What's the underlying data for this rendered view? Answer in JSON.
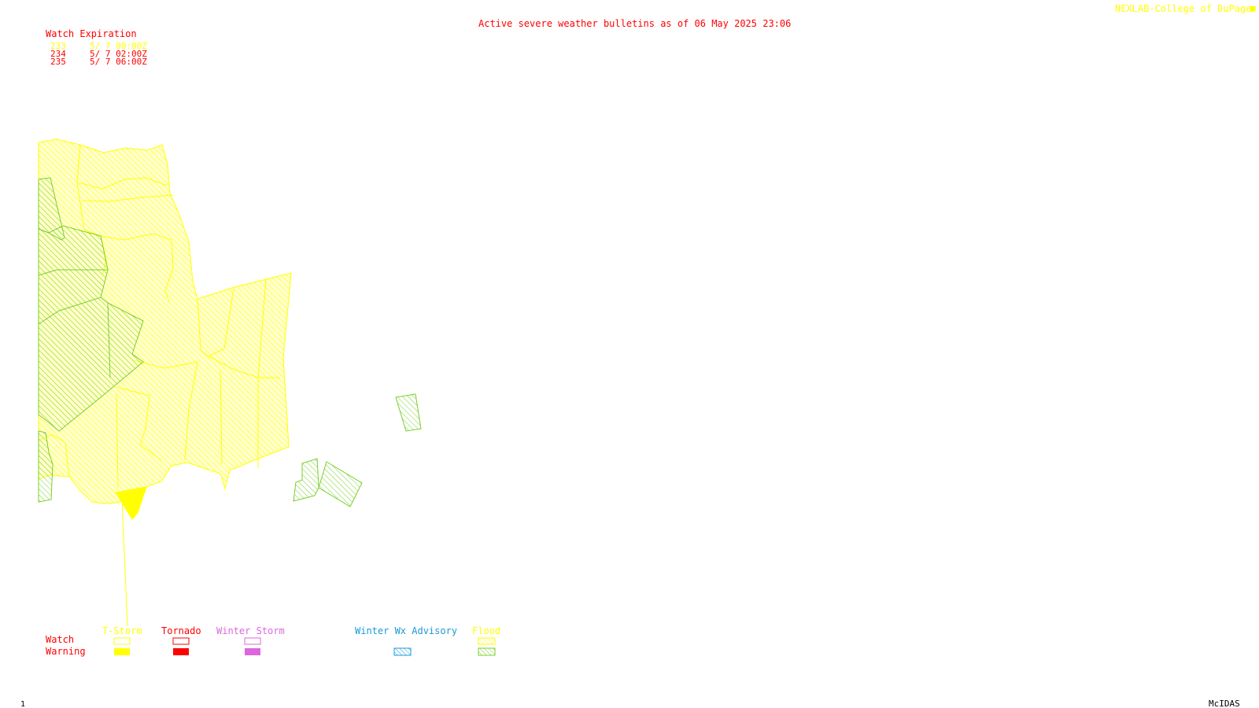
{
  "header": {
    "title": "Active severe weather bulletins as of 06 May 2025 23:06",
    "source": "NEXLAB-College of DuPage"
  },
  "watch_expiration": {
    "heading": "Watch Expiration",
    "rows": [
      {
        "id": "233",
        "time": "5/ 7 00:00Z",
        "color": "#ffff00"
      },
      {
        "id": "234",
        "time": "5/ 7 02:00Z",
        "color": "#ff0000"
      },
      {
        "id": "235",
        "time": "5/ 7 06:00Z",
        "color": "#ff0000"
      }
    ]
  },
  "legend": {
    "row_labels": {
      "watch": "Watch",
      "warning": "Warning"
    },
    "categories": [
      {
        "label": "T-Storm",
        "color": "#ffff00"
      },
      {
        "label": "Tornado",
        "color": "#ff0000"
      },
      {
        "label": "Winter Storm",
        "color": "#dd66dd"
      },
      {
        "label": "Winter Wx Advisory",
        "color": "#1a9ad8"
      },
      {
        "label": "Flood",
        "color": "#ffff00"
      }
    ],
    "flood_warning_color": "#7ad02a"
  },
  "footer": {
    "frame": "1",
    "software": "McIDAS"
  },
  "colors": {
    "thunderstorm_watch": "#ffff00",
    "flood_warning": "#7ad02a",
    "text_red": "#ff0000"
  }
}
